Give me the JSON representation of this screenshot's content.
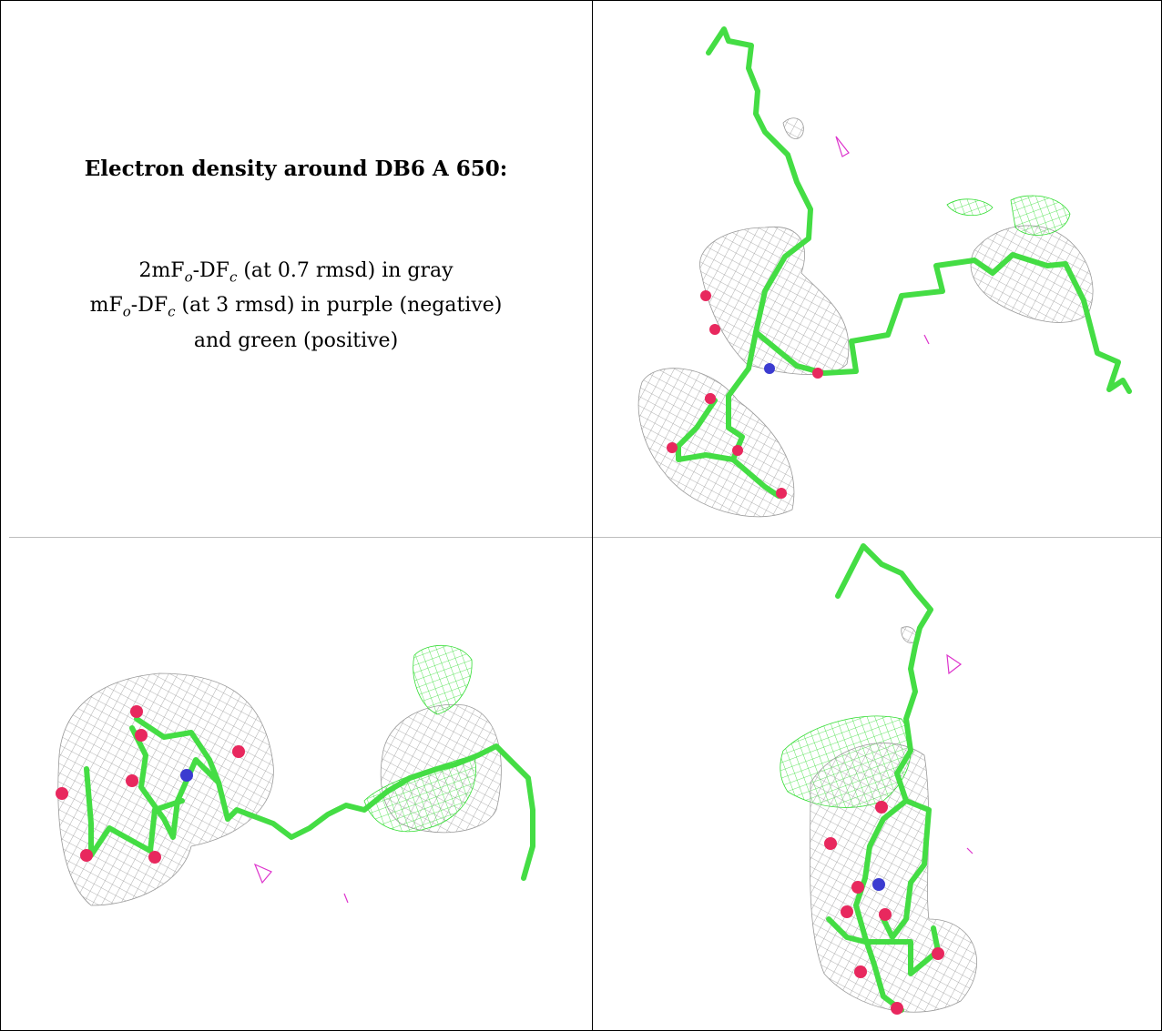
{
  "caption": {
    "title": "Electron density around DB6 A 650:",
    "line1": {
      "pre": "2mF",
      "sub1": "o",
      "mid": "-DF",
      "sub2": "c",
      "post": " (at 0.7 rmsd) in gray"
    },
    "line2": {
      "pre": "mF",
      "sub1": "o",
      "mid": "-DF",
      "sub2": "c",
      "post": " (at 3 rmsd) in purple (negative)"
    },
    "line3": "and green (positive)"
  },
  "colors": {
    "backbone": "#44dd44",
    "mesh_2fofc": "#9a9a9a",
    "mesh_positive": "#33dd33",
    "mesh_negative": "#dd33cc",
    "oxygen": "#e8285e",
    "nitrogen": "#3b3bd0",
    "border": "#000000"
  },
  "views": [
    "view-top-right",
    "view-bottom-left",
    "view-bottom-right"
  ]
}
